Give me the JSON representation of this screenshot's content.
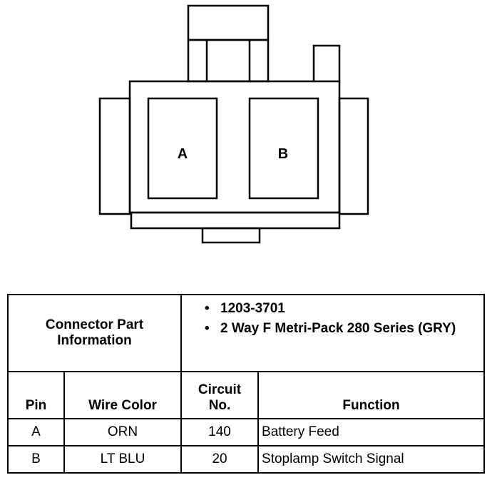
{
  "connector": {
    "pins": [
      {
        "id": "A"
      },
      {
        "id": "B"
      }
    ]
  },
  "table": {
    "part_info_label": "Connector Part Information",
    "part_info_items": [
      "1203-3701",
      "2 Way F Metri-Pack 280 Series (GRY)"
    ],
    "headers": {
      "pin": "Pin",
      "wire_color": "Wire Color",
      "circuit_no": "Circuit No.",
      "function": "Function"
    },
    "rows": [
      {
        "pin": "A",
        "wire_color": "ORN",
        "circuit": "140",
        "function": "Battery Feed"
      },
      {
        "pin": "B",
        "wire_color": "LT BLU",
        "circuit": "20",
        "function": "Stoplamp Switch Signal"
      }
    ]
  }
}
